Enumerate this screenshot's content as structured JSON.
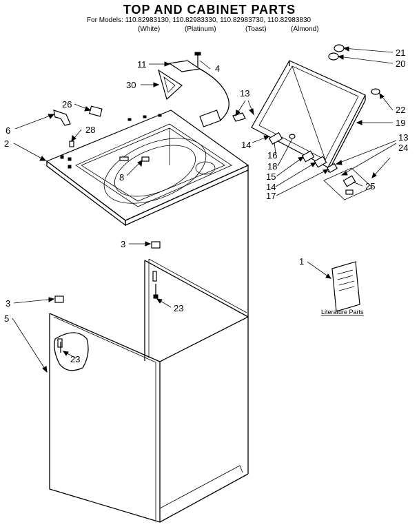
{
  "header": {
    "title": "TOP AND CABINET PARTS",
    "models_line": "For Models: 110.82983130, 110.82983330, 110.82983730, 110.82983830",
    "variants": [
      "(White)",
      "(Platinum)",
      "(Toast)",
      "(Almond)"
    ]
  },
  "callouts": {
    "n1": "1",
    "n2": "2",
    "n3a": "3",
    "n3b": "3",
    "n4": "4",
    "n5": "5",
    "n6": "6",
    "n8": "8",
    "n11": "11",
    "n13a": "13",
    "n13b": "13",
    "n14a": "14",
    "n14b": "14",
    "n15": "15",
    "n16": "16",
    "n17": "17",
    "n18": "18",
    "n19": "19",
    "n20": "20",
    "n21": "21",
    "n22": "22",
    "n23a": "23",
    "n23b": "23",
    "n24": "24",
    "n25": "25",
    "n26": "26",
    "n28": "28",
    "n30": "30"
  },
  "literature_label": "Literature Parts"
}
